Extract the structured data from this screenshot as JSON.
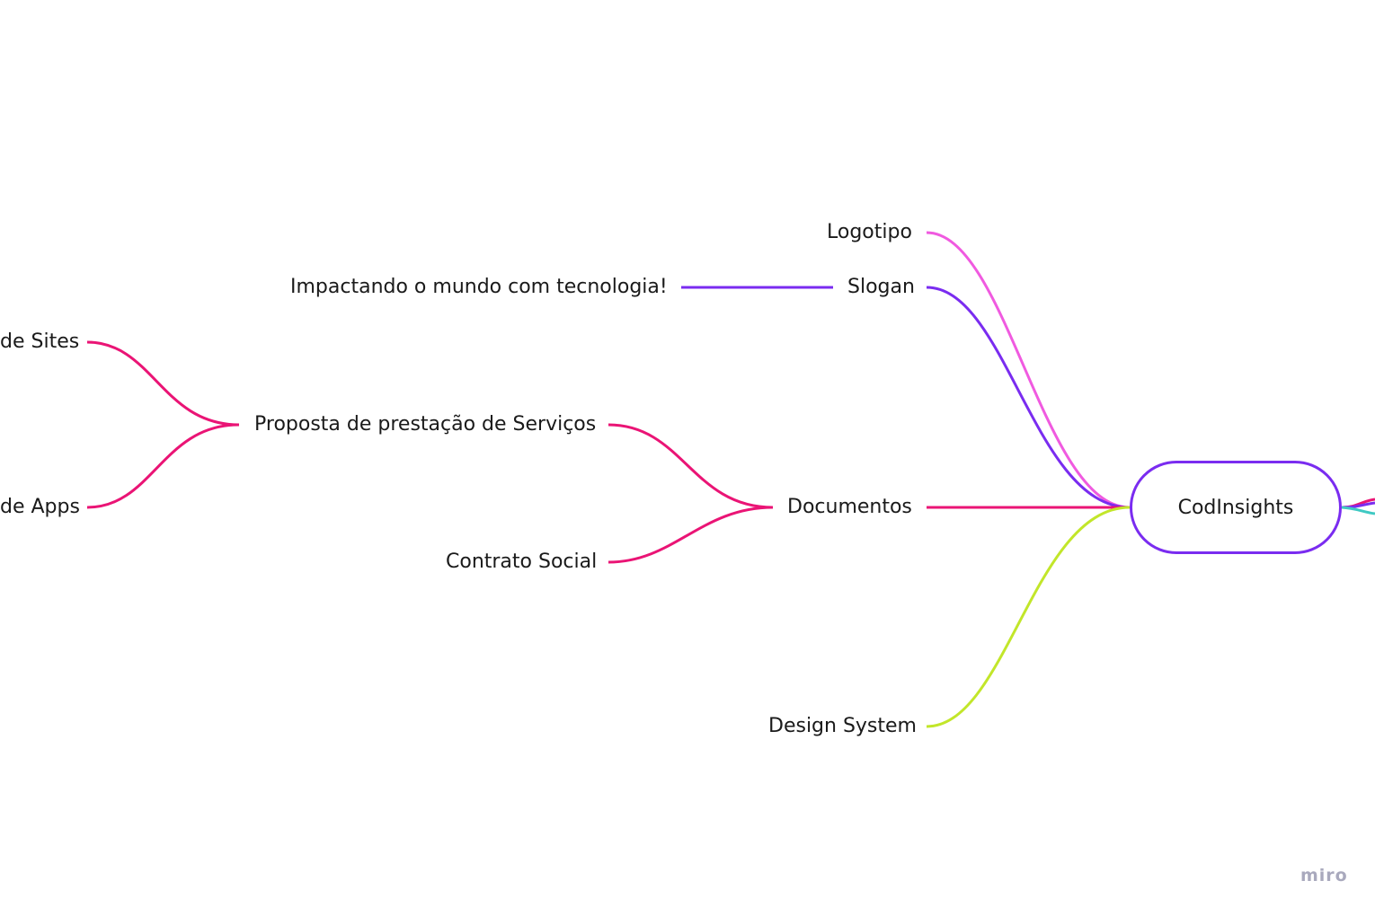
{
  "root": {
    "label": "CodInsights"
  },
  "branches": [
    {
      "key": "logotipo",
      "label": "Logotipo"
    },
    {
      "key": "slogan",
      "label": "Slogan"
    },
    {
      "key": "documentos",
      "label": "Documentos"
    },
    {
      "key": "design_system",
      "label": "Design System"
    }
  ],
  "slogan_child": {
    "label": "Impactando o mundo com tecnologia!"
  },
  "documentos_children": [
    {
      "label": "Proposta de prestação de Serviços"
    },
    {
      "label": "Contrato Social"
    }
  ],
  "proposta_children": [
    {
      "label": "de Sites"
    },
    {
      "label": "de Apps"
    }
  ],
  "watermark": "miro",
  "colors": {
    "logotipo": "#f05ae0",
    "slogan": "#7a2cf0",
    "documentos": "#ea1475",
    "design_system": "#c2e62a",
    "root_border": "#7a2cf0"
  }
}
